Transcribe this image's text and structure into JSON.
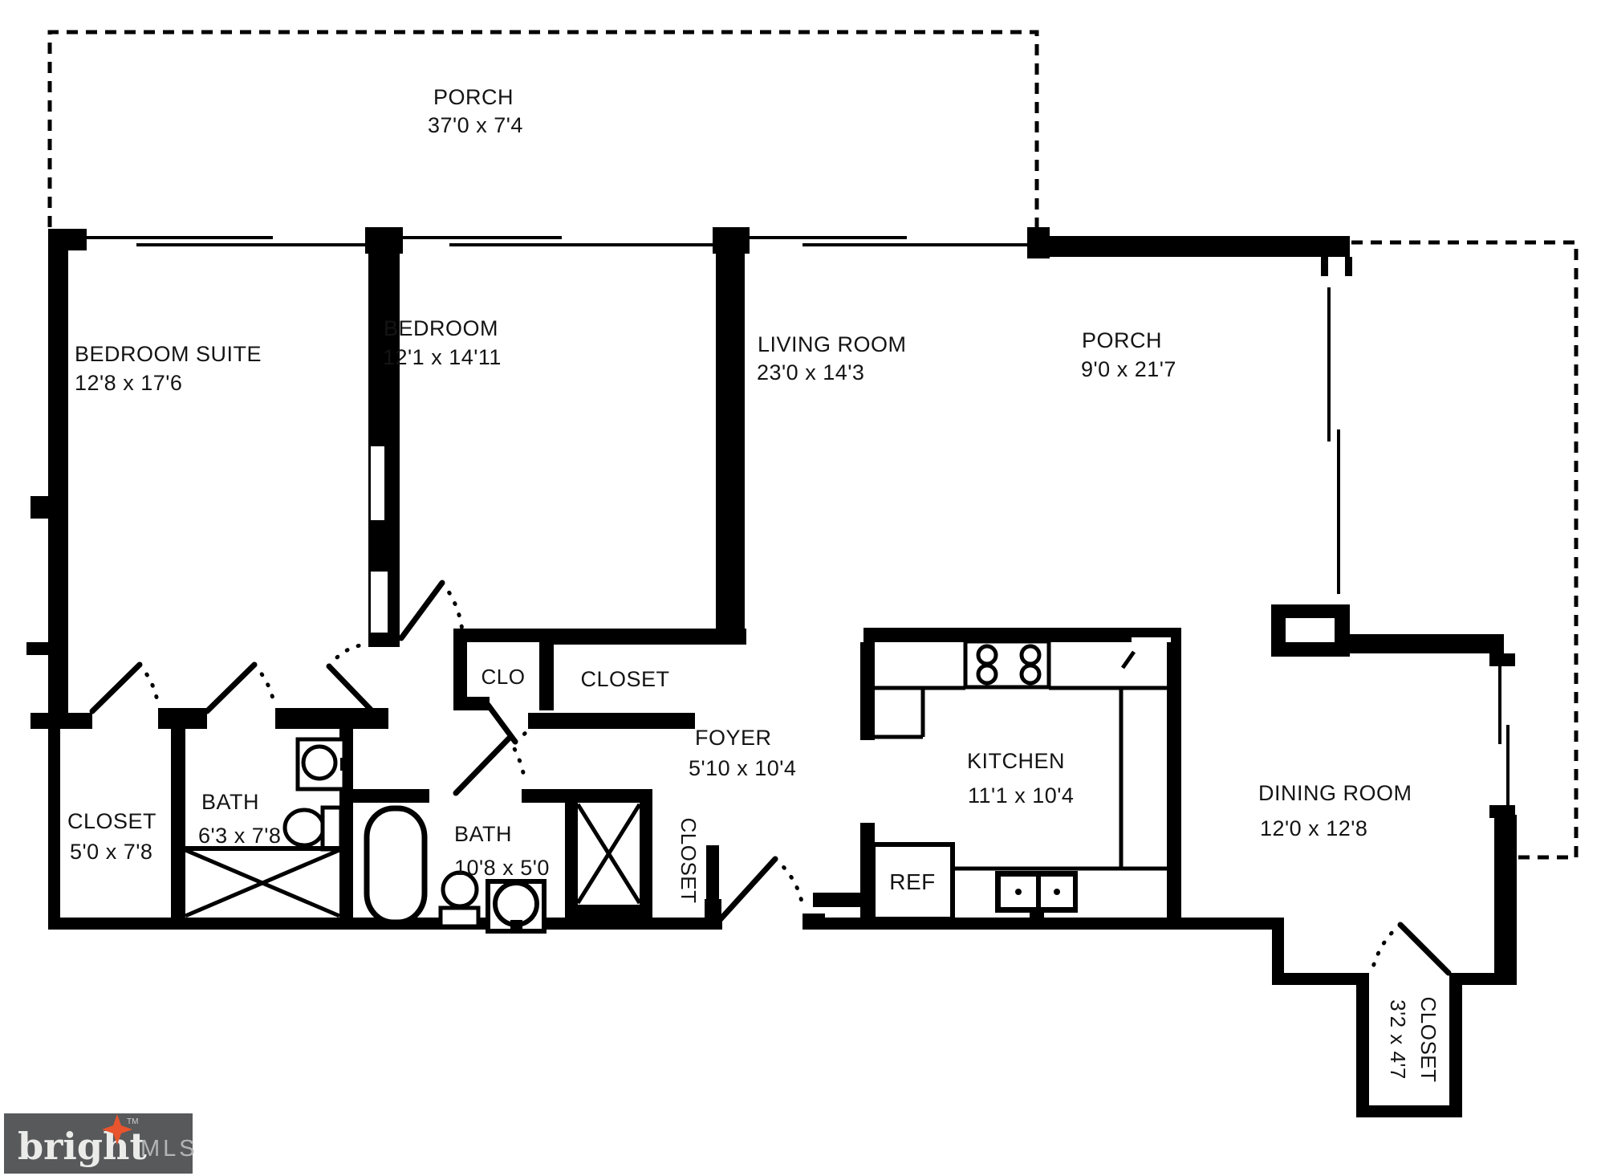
{
  "rooms": {
    "porch_top": {
      "name": "PORCH",
      "dims": "37'0 x 7'4"
    },
    "bedroom_suite": {
      "name": "BEDROOM SUITE",
      "dims": "12'8 x 17'6"
    },
    "bedroom": {
      "name": "BEDROOM",
      "dims": "12'1 x 14'11"
    },
    "living_room": {
      "name": "LIVING ROOM",
      "dims": "23'0 x 14'3"
    },
    "porch_right": {
      "name": "PORCH",
      "dims": "9'0 x 21'7"
    },
    "closet_left": {
      "name": "CLOSET",
      "dims": "5'0 x 7'8"
    },
    "bath1": {
      "name": "BATH",
      "dims": "6'3 x 7'8"
    },
    "bath2": {
      "name": "BATH",
      "dims": "10'8 x 5'0"
    },
    "clo": {
      "name": "CLO"
    },
    "bedroom_closet": {
      "name": "CLOSET"
    },
    "foyer": {
      "name": "FOYER",
      "dims": "5'10 x 10'4"
    },
    "foyer_closet": {
      "name": "CLOSET"
    },
    "kitchen": {
      "name": "KITCHEN",
      "dims": "11'1 x 10'4"
    },
    "dining_room": {
      "name": "DINING ROOM",
      "dims": "12'0 x 12'8"
    },
    "dining_closet": {
      "name": "CLOSET",
      "dims": "3'2 x 4'7"
    }
  },
  "fixtures": {
    "refrigerator": "REF"
  },
  "logo": {
    "brand": "bright",
    "tm": "TM",
    "suffix": "MLS",
    "bg": "#58595b",
    "star_color": "#e8542d"
  }
}
